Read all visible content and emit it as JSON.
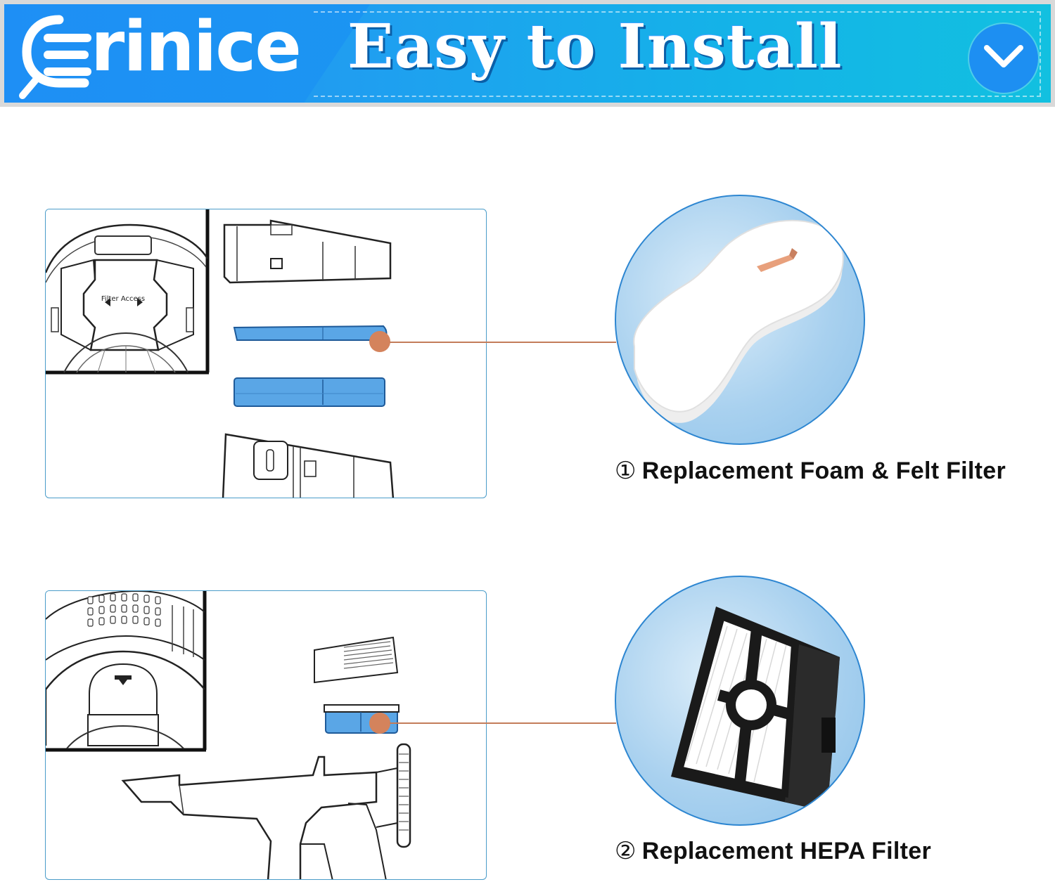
{
  "banner": {
    "brand": "rinice",
    "title": "Easy to Install"
  },
  "filters": [
    {
      "number": "①",
      "label": "Replacement Foam & Felt Filter",
      "diagram_label": "Filter Access"
    },
    {
      "number": "②",
      "label": "Replacement HEPA Filter"
    }
  ],
  "colors": {
    "banner_blue": "#1e8ff5",
    "banner_cyan": "#12c0e0",
    "marker": "#d4835c",
    "filter_blue": "#5aa6e6",
    "panel_border": "#4a9cc9",
    "circle_bg": "#a9d1ef"
  },
  "icons": {
    "dropdown": "chevron-down-icon",
    "logo": "brand-logo-icon"
  }
}
